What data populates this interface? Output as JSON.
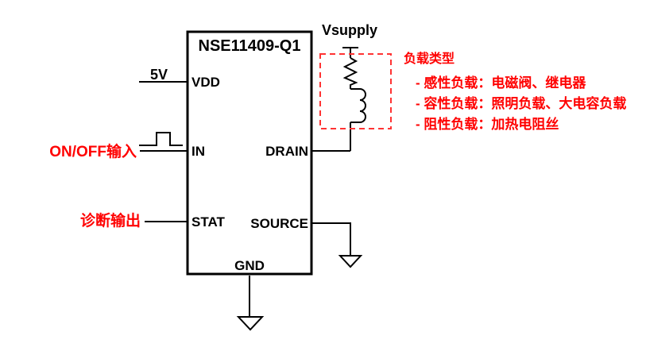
{
  "colors": {
    "annotation_red": "#ff0000",
    "dashed_box_red": "#ff3333",
    "line_black": "#000000",
    "background": "#ffffff"
  },
  "chip": {
    "title": "NSE11409-Q1",
    "pins": {
      "vdd": "VDD",
      "in": "IN",
      "stat": "STAT",
      "drain": "DRAIN",
      "source": "SOURCE",
      "gnd": "GND"
    }
  },
  "labels": {
    "supply_voltage": "5V",
    "vsupply": "Vsupply",
    "on_off_input": "ON/OFF输入",
    "diagnostic_output": "诊断输出"
  },
  "load_note": {
    "title": "负载类型",
    "items": [
      "- 感性负载：电磁阀、继电器",
      "- 容性负载：照明负载、大电容负载",
      "- 阻性负载：加热电阻丝"
    ]
  }
}
